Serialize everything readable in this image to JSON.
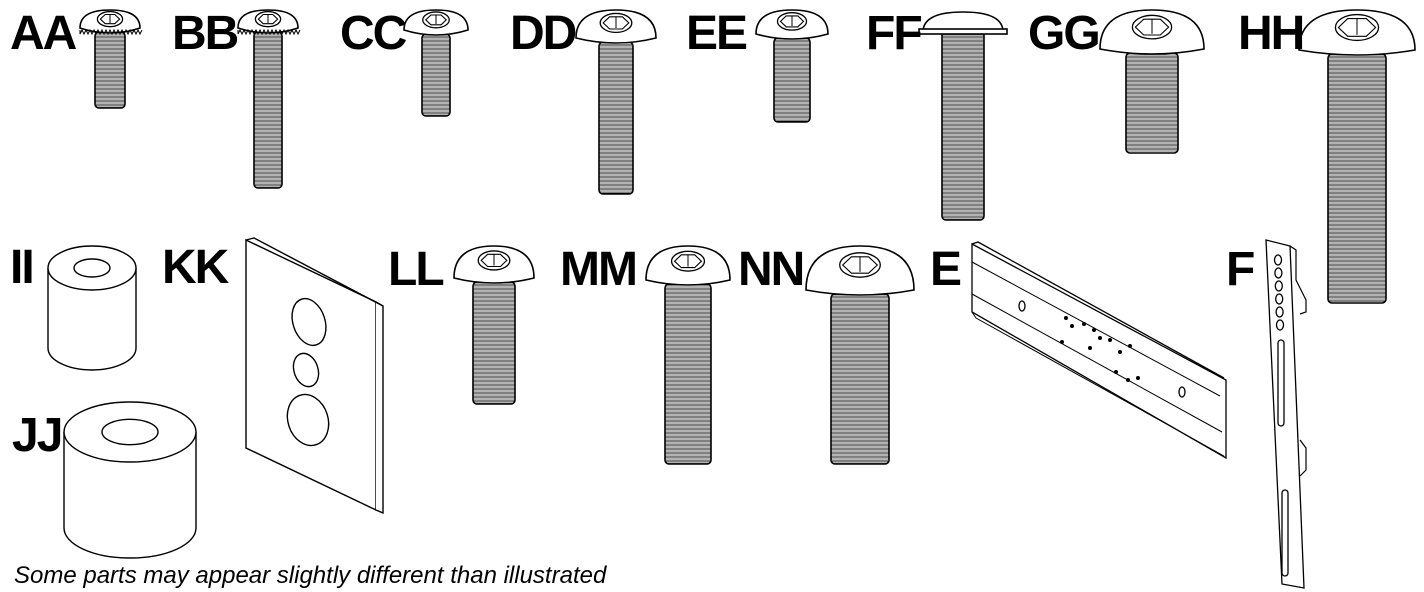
{
  "parts": [
    {
      "id": "AA",
      "label": "AA",
      "kind": "bolt",
      "icon": "button-head-bolt-serrated-icon"
    },
    {
      "id": "BB",
      "label": "BB",
      "kind": "bolt",
      "icon": "button-head-bolt-serrated-icon"
    },
    {
      "id": "CC",
      "label": "CC",
      "kind": "bolt",
      "icon": "button-head-bolt-icon"
    },
    {
      "id": "DD",
      "label": "DD",
      "kind": "bolt",
      "icon": "button-head-bolt-icon"
    },
    {
      "id": "EE",
      "label": "EE",
      "kind": "bolt",
      "icon": "button-head-bolt-icon"
    },
    {
      "id": "FF",
      "label": "FF",
      "kind": "bolt",
      "icon": "button-head-bolt-side-icon"
    },
    {
      "id": "GG",
      "label": "GG",
      "kind": "bolt",
      "icon": "button-head-bolt-icon"
    },
    {
      "id": "HH",
      "label": "HH",
      "kind": "bolt",
      "icon": "button-head-bolt-icon"
    },
    {
      "id": "II",
      "label": "II",
      "kind": "spacer",
      "icon": "spacer-small-icon"
    },
    {
      "id": "JJ",
      "label": "JJ",
      "kind": "spacer",
      "icon": "spacer-large-icon"
    },
    {
      "id": "KK",
      "label": "KK",
      "kind": "plate",
      "icon": "spacer-plate-icon"
    },
    {
      "id": "LL",
      "label": "LL",
      "kind": "bolt",
      "icon": "button-head-bolt-icon"
    },
    {
      "id": "MM",
      "label": "MM",
      "kind": "bolt",
      "icon": "button-head-bolt-icon"
    },
    {
      "id": "NN",
      "label": "NN",
      "kind": "bolt",
      "icon": "button-head-bolt-icon"
    },
    {
      "id": "E",
      "label": "E",
      "kind": "rail",
      "icon": "wall-rail-icon"
    },
    {
      "id": "F",
      "label": "F",
      "kind": "bracket",
      "icon": "vertical-bracket-icon"
    }
  ],
  "note": "Some parts may appear slightly different than illustrated",
  "colors": {
    "line": "#000000",
    "fill": "#ffffff"
  }
}
